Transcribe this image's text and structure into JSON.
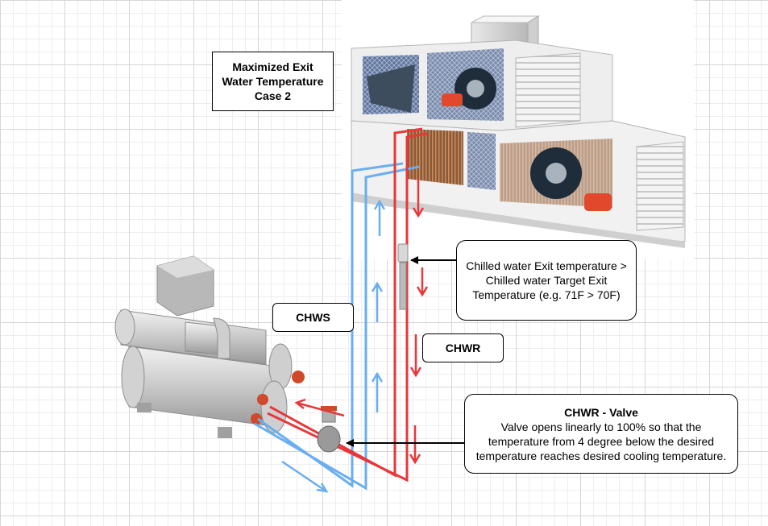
{
  "title": {
    "lines": [
      "Maximized Exit",
      "Water Temperature",
      "Case 2"
    ]
  },
  "labels": {
    "chws": "CHWS",
    "chwr": "CHWR"
  },
  "exit_callout": {
    "lines": [
      "Chilled water Exit temperature >",
      "Chilled water Target Exit",
      "Temperature (e.g. 71F > 70F)"
    ]
  },
  "valve_callout": {
    "title": "CHWR - Valve",
    "lines": [
      "Valve opens linearly to 100% so that the",
      "temperature from 4 degree below the desired",
      "temperature reaches desired cooling temperature."
    ]
  },
  "colors": {
    "supply_pipe": "#6aaef0",
    "return_pipe": "#e8373a",
    "pointer": "#000000",
    "grid": "#d6d6d6"
  }
}
